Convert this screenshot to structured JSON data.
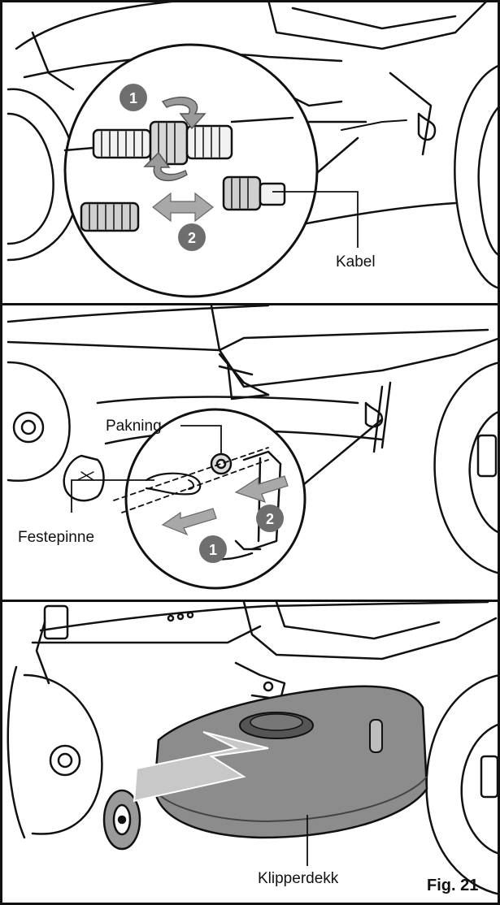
{
  "labels": {
    "kabel": "Kabel",
    "pakning": "Pakning",
    "festepinne": "Festepinne",
    "klipperdekk": "Klipperdekk",
    "figure": "Fig. 21"
  },
  "steps": {
    "panel1_step1": "1",
    "panel1_step2": "2",
    "panel2_step1": "1",
    "panel2_step2": "2"
  },
  "colors": {
    "line": "#111111",
    "deck_fill": "#8c8c8c",
    "badge": "#6e6e6e",
    "arrow": "#9a9a9a"
  }
}
